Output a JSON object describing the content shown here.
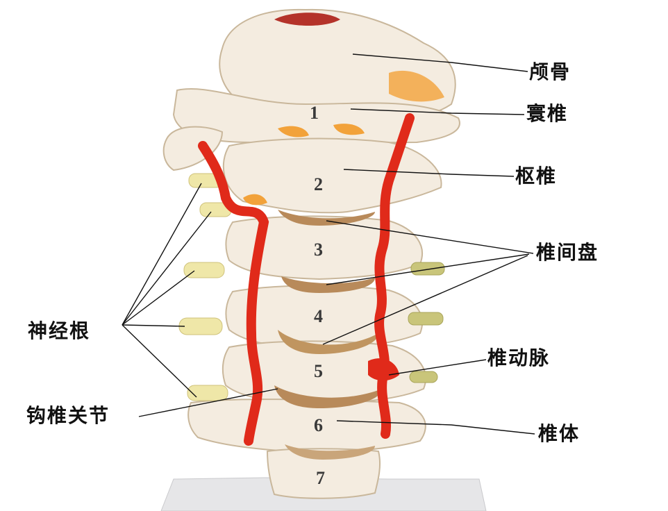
{
  "labels": {
    "occipital": "颅骨",
    "atlas": "寰椎",
    "axis": "枢椎",
    "disc": "椎间盘",
    "nerve_root": "神经根",
    "vertebral_artery": "椎动脉",
    "uncovertebral_joint": "钩椎关节",
    "vertebral_body": "椎体"
  },
  "vertebra_numbers": [
    "1",
    "2",
    "3",
    "4",
    "5",
    "6",
    "7"
  ],
  "colors": {
    "bone": "#f4ece0",
    "bone_shadow": "#d9c9b1",
    "artery": "#e02a1a",
    "disc": "#b88a5a",
    "nerve": "#efe7a8",
    "orange": "#f2a23a",
    "line": "#111111"
  }
}
